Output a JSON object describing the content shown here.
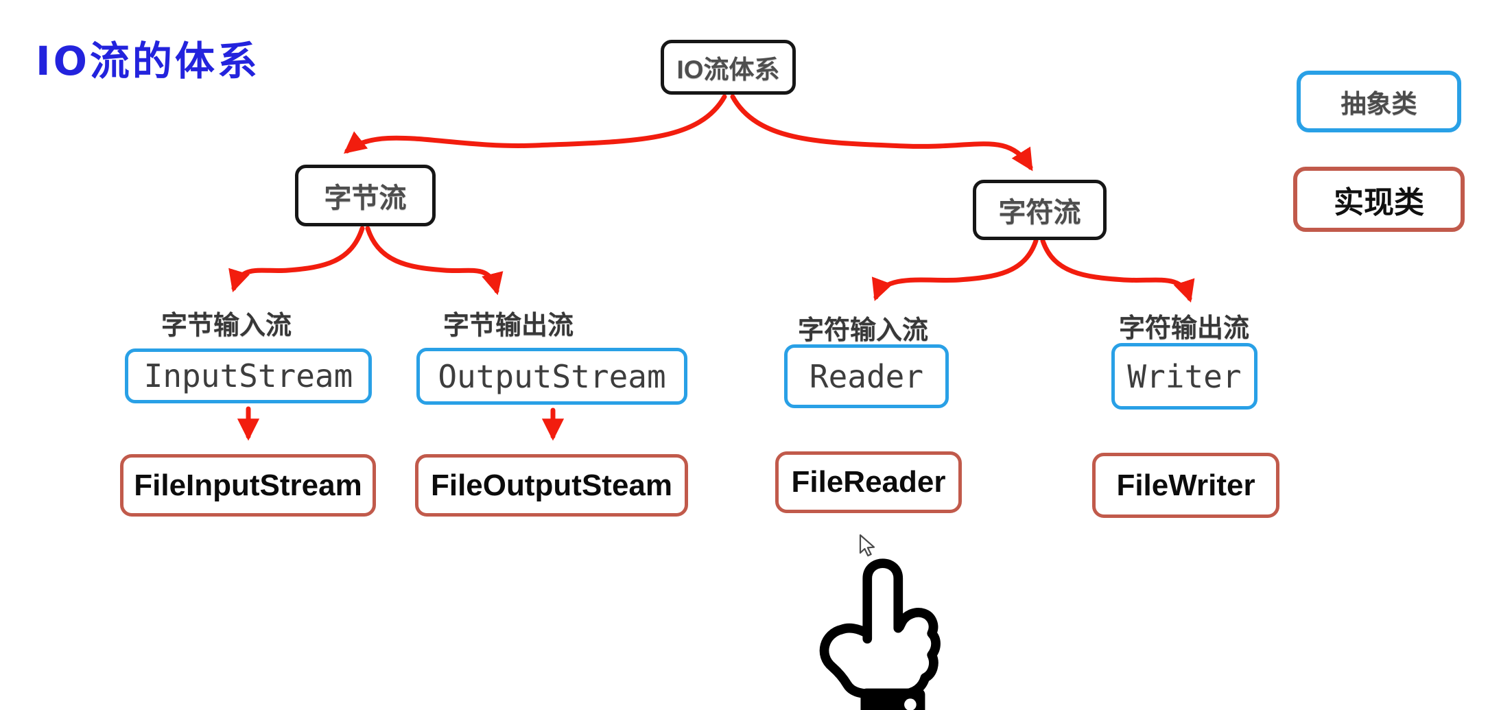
{
  "page": {
    "title": "IO流的体系"
  },
  "colors": {
    "arrow_red": "#f21d0e",
    "abstract_border_blue": "#29a0e6",
    "impl_border_red": "#c15a4b",
    "node_border_black": "#161616",
    "title_blue": "#2323dd",
    "node_text_gray": "#4e4e4e",
    "impl_text_black": "#0c0c0c"
  },
  "tree": {
    "root": {
      "label": "IO流体系"
    },
    "level1": [
      {
        "label": "字节流"
      },
      {
        "label": "字符流"
      }
    ],
    "branches": [
      {
        "category_label": "字节输入流",
        "abstract_class": "InputStream",
        "impl_class": "FileInputStream"
      },
      {
        "category_label": "字节输出流",
        "abstract_class": "OutputStream",
        "impl_class": "FileOutputSteam"
      },
      {
        "category_label": "字符输入流",
        "abstract_class": "Reader",
        "impl_class": "FileReader"
      },
      {
        "category_label": "字符输出流",
        "abstract_class": "Writer",
        "impl_class": "FileWriter"
      }
    ]
  },
  "legend": {
    "abstract_label": "抽象类",
    "impl_label": "实现类"
  },
  "icons": {
    "hand": "pointing-hand-icon",
    "cursor": "mouse-cursor-icon"
  }
}
